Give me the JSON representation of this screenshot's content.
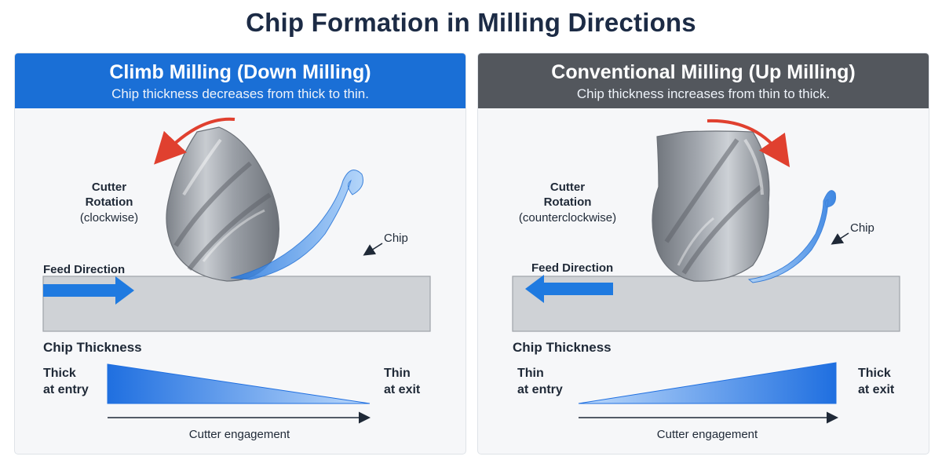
{
  "title": "Chip Formation in Milling Directions",
  "panels": [
    {
      "heading": "Climb Milling (Down Milling)",
      "subtitle": "Chip thickness decreases from thick to thin.",
      "rotation_label": [
        "Cutter",
        "Rotation"
      ],
      "rotation_direction": "(clockwise)",
      "feed_label": "Feed Direction",
      "chip_label": "Chip",
      "thickness_heading": "Chip Thickness",
      "start_label": [
        "Thick",
        "at entry"
      ],
      "end_label": [
        "Thin",
        "at exit"
      ],
      "axis_label": "Cutter engagement",
      "header_color": "#1a6fd6"
    },
    {
      "heading": "Conventional Milling (Up Milling)",
      "subtitle": "Chip thickness increases from thin to thick.",
      "rotation_label": [
        "Cutter",
        "Rotation"
      ],
      "rotation_direction": "(counterclockwise)",
      "feed_label": "Feed Direction",
      "chip_label": "Chip",
      "thickness_heading": "Chip Thickness",
      "start_label": [
        "Thin",
        "at entry"
      ],
      "end_label": [
        "Thick",
        "at exit"
      ],
      "axis_label": "Cutter engagement",
      "header_color": "#53575d"
    }
  ],
  "colors": {
    "feed_arrow": "#1f7ae0",
    "rotation_arrow": "#e0402f",
    "chip": "#74b3f5",
    "workpiece": "#cfd2d6"
  }
}
